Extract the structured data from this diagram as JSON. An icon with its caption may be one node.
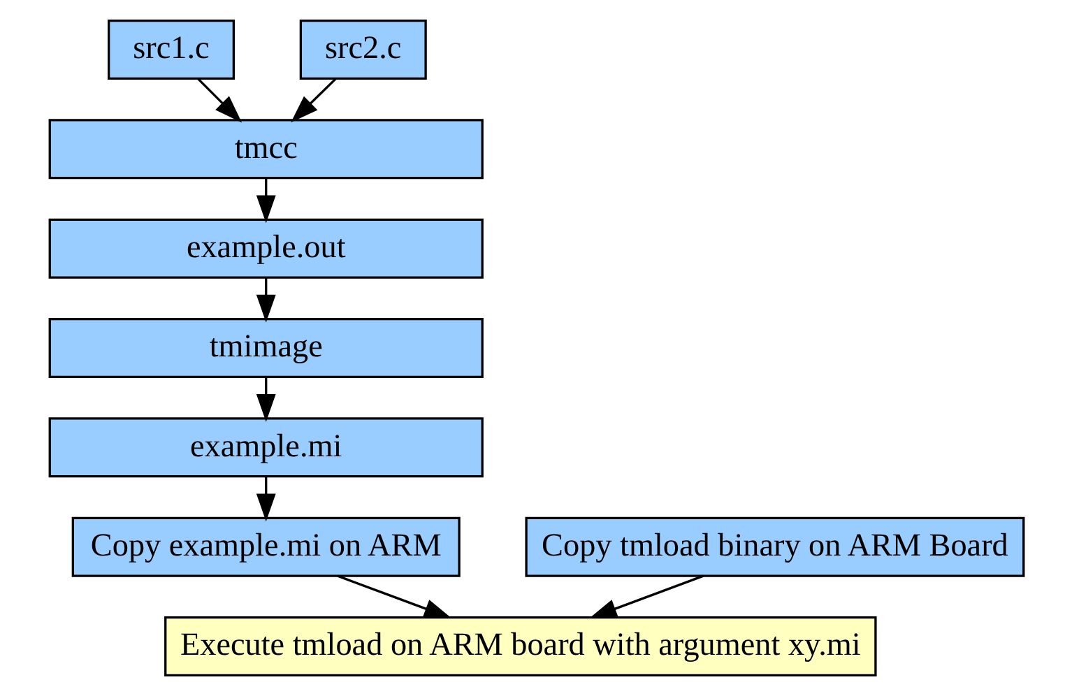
{
  "diagram": {
    "nodes": [
      {
        "text": [
          "src1.c"
        ]
      },
      {
        "text": [
          "src2.c"
        ]
      },
      {
        "text": [
          "tmcc"
        ]
      },
      {
        "text": [
          "example.out"
        ]
      },
      {
        "text": [
          "tmimage"
        ]
      },
      {
        "text": [
          "example.mi"
        ]
      },
      {
        "text": [
          "Copy example.mi on ARM"
        ]
      },
      {
        "text": [
          "Copy tmload binary on ARM Board"
        ]
      },
      {
        "text": [
          "Execute tmload on ARM board with argument xy.mi"
        ]
      }
    ],
    "edges": [
      {
        "from": 0,
        "to": 2,
        "arrow": "to"
      },
      {
        "from": 1,
        "to": 2,
        "arrow": "to"
      },
      {
        "from": 2,
        "to": 3,
        "arrow": "to"
      },
      {
        "from": 3,
        "to": 4,
        "arrow": "to"
      },
      {
        "from": 4,
        "to": 5,
        "arrow": "to"
      },
      {
        "from": 5,
        "to": 6,
        "arrow": "to"
      },
      {
        "from": 6,
        "to": 8,
        "arrow": "to"
      },
      {
        "from": 7,
        "to": 8,
        "arrow": "to"
      }
    ]
  }
}
